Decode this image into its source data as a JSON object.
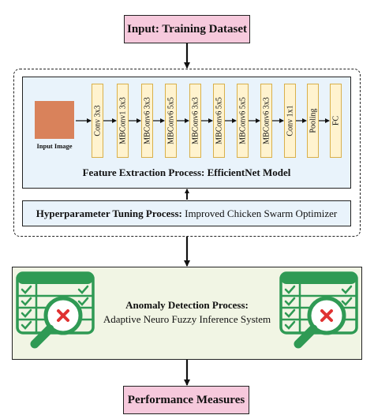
{
  "input_box": {
    "label": "Input: Training Dataset"
  },
  "feature_extraction": {
    "input_image_label": "Input Image",
    "layers": [
      "Conv 3x3",
      "MBConv1 3x3",
      "MBConv6 3x3",
      "MBConv6 5x5",
      "MBConv6 3x3",
      "MBConv6 5x5",
      "MBConv6 5x5",
      "MBConv6 3x3",
      "Conv 1x1",
      "Pooling",
      "FC"
    ],
    "title": "Feature Extraction Process: EfficientNet Model"
  },
  "hyperparameter": {
    "title_bold": "Hyperparameter Tuning Process:",
    "title_rest": " Improved Chicken Swarm Optimizer"
  },
  "anomaly": {
    "title": "Anomaly Detection Process:",
    "subtitle": "Adaptive Neuro Fuzzy Inference System"
  },
  "output_box": {
    "label": "Performance Measures"
  },
  "colors": {
    "pink": "#f6c9dc",
    "blue": "#e9f3fb",
    "green_panel": "#f1f5e4",
    "icon_green": "#2f9a54",
    "x_red": "#e03131",
    "input_image": "#d9825b",
    "layer_fill": "#fff3cf"
  }
}
